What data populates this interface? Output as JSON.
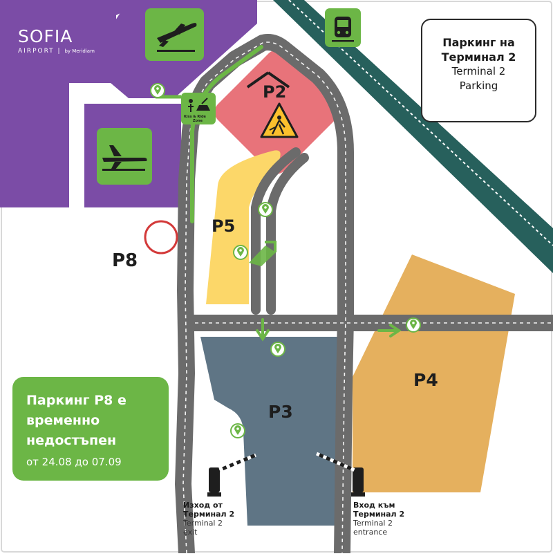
{
  "brand": {
    "name": "SOFIA",
    "sub": "AIRPORT",
    "byline": "by Meridiam"
  },
  "title": {
    "bg_line1": "Паркинг на",
    "bg_line2": "Терминал 2",
    "en_line1": "Terminal 2",
    "en_line2": "Parking"
  },
  "kiss_ride": {
    "line1": "Kiss & Ride",
    "line2": "Zone"
  },
  "parkings": {
    "p2": "P2",
    "p3": "P3",
    "p4": "P4",
    "p5": "P5",
    "p8": "P8"
  },
  "notice": {
    "line1": "Паркинг P8 е",
    "line2": "временно",
    "line3": "недостъпен",
    "dates": "от 24.08 до 07.09"
  },
  "exit_gate": {
    "bg_line1": "Изход от",
    "bg_line2": "Терминал 2",
    "en_line1": "Terminal 2",
    "en_line2": "exit"
  },
  "entrance_gate": {
    "bg_line1": "Вход към",
    "bg_line2": "Терминал 2",
    "en_line1": "Terminal 2",
    "en_line2": "entrance"
  },
  "icons": [
    "departures-plane-icon",
    "arrivals-plane-icon",
    "train-icon",
    "construction-worker-icon",
    "kiss-and-ride-icon",
    "location-pin-icon",
    "barrier-gate-icon",
    "direction-arrow-icon"
  ],
  "colors": {
    "terminal": "#7b4ca6",
    "accent_green": "#6cb646",
    "p2": "#e8737a",
    "p5": "#fcd769",
    "p4": "#e5b05e",
    "p3": "#5f7585",
    "road": "#6b6b6b",
    "p8_marker": "#d33a3a",
    "rail": "#27605c"
  }
}
